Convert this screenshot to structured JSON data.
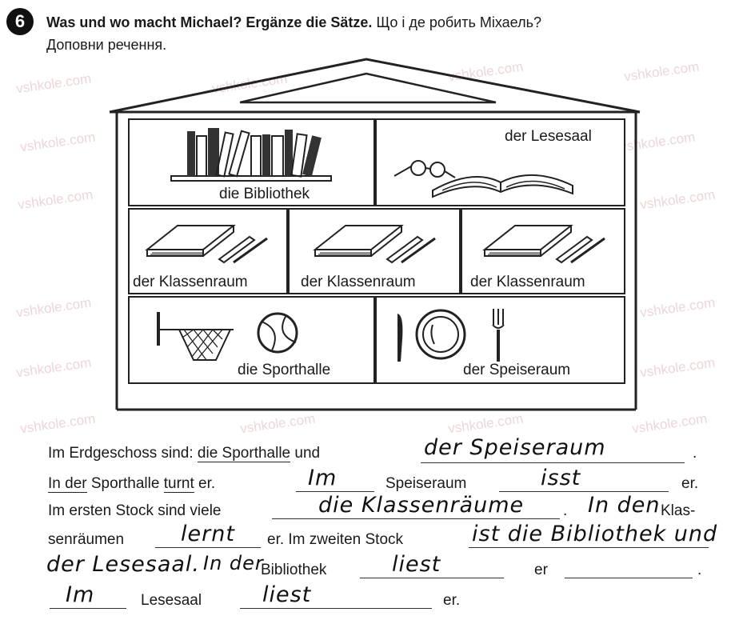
{
  "exercise": {
    "number": "6",
    "title_de": "Was und wo macht Michael? Ergänze die Sätze.",
    "title_uk": "Що і де робить Міхаель?",
    "title_uk2": "Доповни речення."
  },
  "watermark": "vshkole.com",
  "rooms": {
    "bibliothek": "die Bibliothek",
    "lesesaal": "der Lesesaal",
    "klassenraum_1": "der Klassenraum",
    "klassenraum_2": "der Klassenraum",
    "klassenraum_3": "der Klassenraum",
    "sporthalle": "die Sporthalle",
    "speiseraum": "der Speiseraum"
  },
  "sentences": {
    "l1_a": "Im Erdgeschoss sind:",
    "l1_b": "die Sporthalle",
    "l1_c": "und",
    "l1_hw": "der Speiseraum",
    "l1_end": ".",
    "l2_a": "In der",
    "l2_b": "Sporthalle",
    "l2_c": "turnt",
    "l2_d": "er.",
    "l2_hw1": "Im",
    "l2_e": "Speiseraum",
    "l2_hw2": "isst",
    "l2_end": "er.",
    "l3_a": "Im ersten Stock sind viele",
    "l3_hw1": "die Klassenräume",
    "l3_dot": ".",
    "l3_hw2": "In den",
    "l3_end": "Klas-",
    "l4_a": "senräumen",
    "l4_hw1": "lernt",
    "l4_b": "er. Im zweiten Stock",
    "l4_hw2": "ist die Bibliothek und",
    "l5_hw1": "der Lesesaal.",
    "l5_hw2": "In der",
    "l5_a": "Bibliothek",
    "l5_hw3": "liest",
    "l5_b": "er",
    "l5_end": ".",
    "l6_hw1": "Im",
    "l6_a": "Lesesaal",
    "l6_hw2": "liest",
    "l6_end": "er."
  }
}
